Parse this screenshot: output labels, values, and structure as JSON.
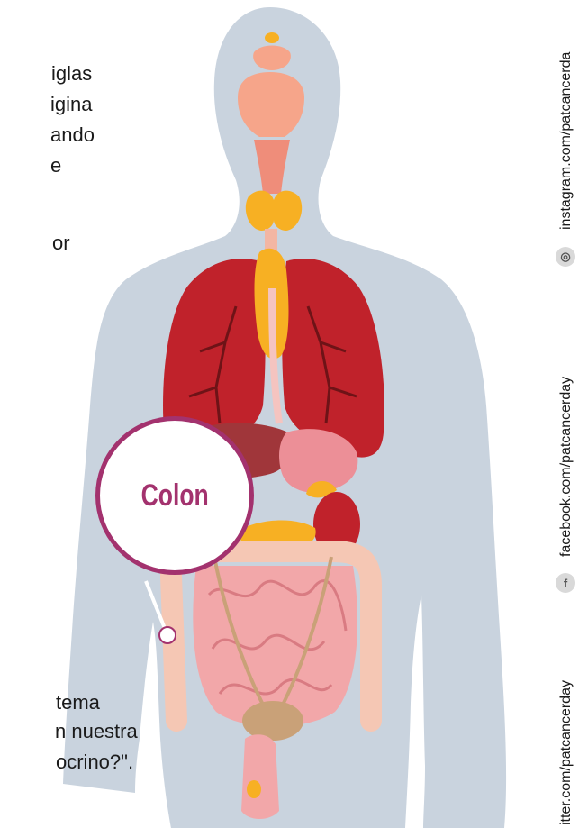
{
  "text_fragments": {
    "top": [
      "iglas",
      "igina",
      "ando",
      "e"
    ],
    "mid": "or",
    "bottom": [
      "tema",
      "n nuestra",
      "ocrino?\"."
    ]
  },
  "callout": {
    "label": "Colon",
    "color": "#a3326e"
  },
  "social": {
    "instagram": "instagram.com/patcancerda",
    "facebook": "facebook.com/patcancerday",
    "twitter": "itter.com/patcancerday"
  },
  "icons": {
    "instagram": "instagram-icon",
    "facebook": "facebook-icon",
    "twitter": "twitter-icon"
  },
  "colors": {
    "silhouette": "#c9d3de",
    "lungs": "#c0222b",
    "thyroid_pancreas": "#f7b023",
    "intestine": "#f2a7a9",
    "accent": "#a3326e"
  }
}
